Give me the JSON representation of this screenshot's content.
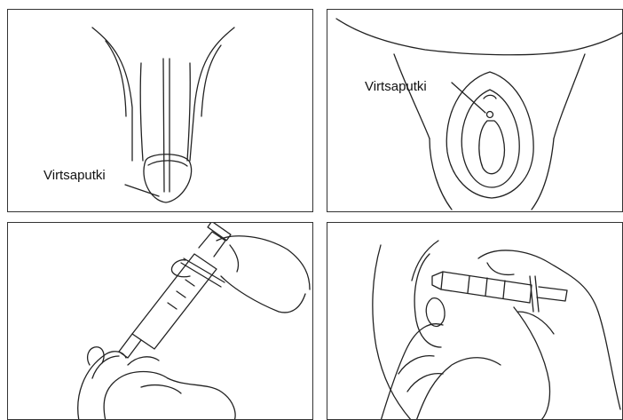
{
  "panels": [
    {
      "id": "male-anatomy",
      "label": "Virtsaputki"
    },
    {
      "id": "female-anatomy",
      "label": "Virtsaputki"
    },
    {
      "id": "male-instillation"
    },
    {
      "id": "female-instillation"
    }
  ],
  "colors": {
    "line": "#222222",
    "border": "#333333",
    "background": "#ffffff"
  }
}
